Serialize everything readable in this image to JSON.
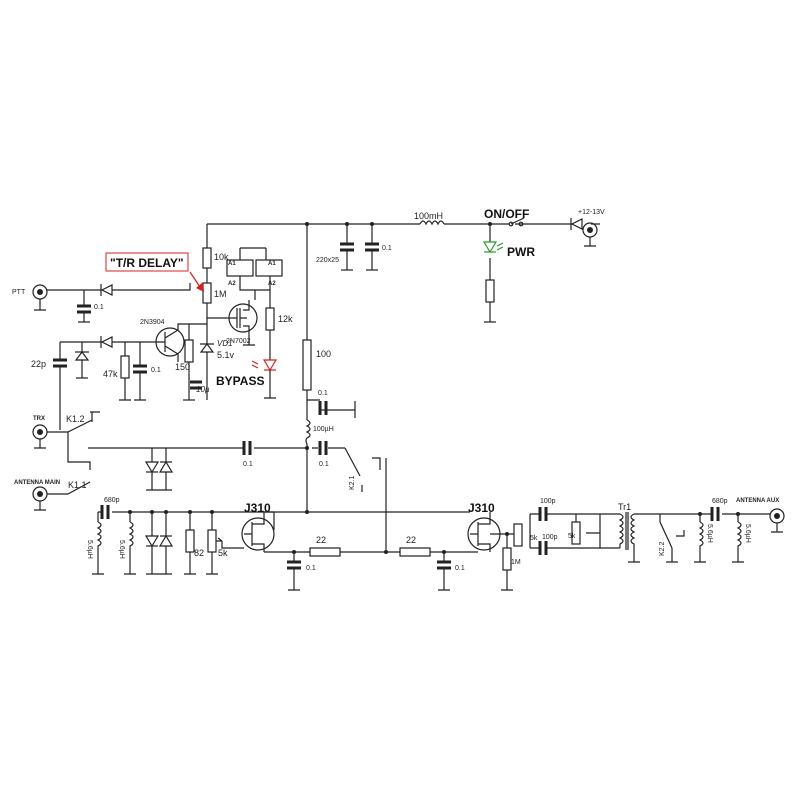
{
  "labels": {
    "tr_delay": "\"T/R DELAY\"",
    "bypass": "BYPASS",
    "pwr": "PWR",
    "on_off": "ON/OFF",
    "supply": "+12-13V",
    "ptt": "PTT",
    "trx": "TRX",
    "antenna_main": "ANTENNA MAIN",
    "antenna_aux": "ANTENNA AUX",
    "k1_2": "K1.2",
    "k1_1": "K1.1",
    "k2_1": "K2.1",
    "k2_2": "K2.2",
    "tr1": "Tr1",
    "j310_left": "J310",
    "j310_right": "J310",
    "q_2n3904": "2N3904",
    "q_2n7002": "2N7002",
    "vd1": "VD1",
    "vd1_value": "5.1v",
    "relay_a1_1": "A1",
    "relay_a2_1": "A2",
    "relay_a1_2": "A1",
    "relay_a2_2": "A2",
    "r_10k": "10k",
    "r_1m_pot": "1M",
    "r_12k": "12k",
    "r_47k": "47k",
    "r_150": "150",
    "r_100": "100",
    "r_82": "82",
    "r_5k_left": "5k",
    "r_22_left": "22",
    "r_22_right": "22",
    "r_1m": "1M",
    "r_5k_a": "5k",
    "r_5k_b": "5k",
    "c_01_ptt": "0.1",
    "c_22p": "22p",
    "c_01_47k": "0.1",
    "c_10u": "10µ",
    "c_220x25": "220x25",
    "c_01_supply": "0.1",
    "c_01_mid": "0.1",
    "c_01_trx": "0.1",
    "c_01_k21": "0.1",
    "c_680p_left": "680p",
    "c_01_j1": "0.1",
    "c_01_j2": "0.1",
    "c_100p_a": "100p",
    "c_100p_b": "100p",
    "c_680p_right": "680p",
    "l_100mh": "100mH",
    "l_100uh": "100µH",
    "l_56uh_1": "5.6µH",
    "l_56uh_2": "5.6µH",
    "l_56uh_3": "5.6µH",
    "l_56uh_4": "5.6µH"
  },
  "colors": {
    "wire": "#222222",
    "bypass_led": "#d42020",
    "pwr_led": "#2a9a2a",
    "tr_delay_box": "#d42020"
  }
}
